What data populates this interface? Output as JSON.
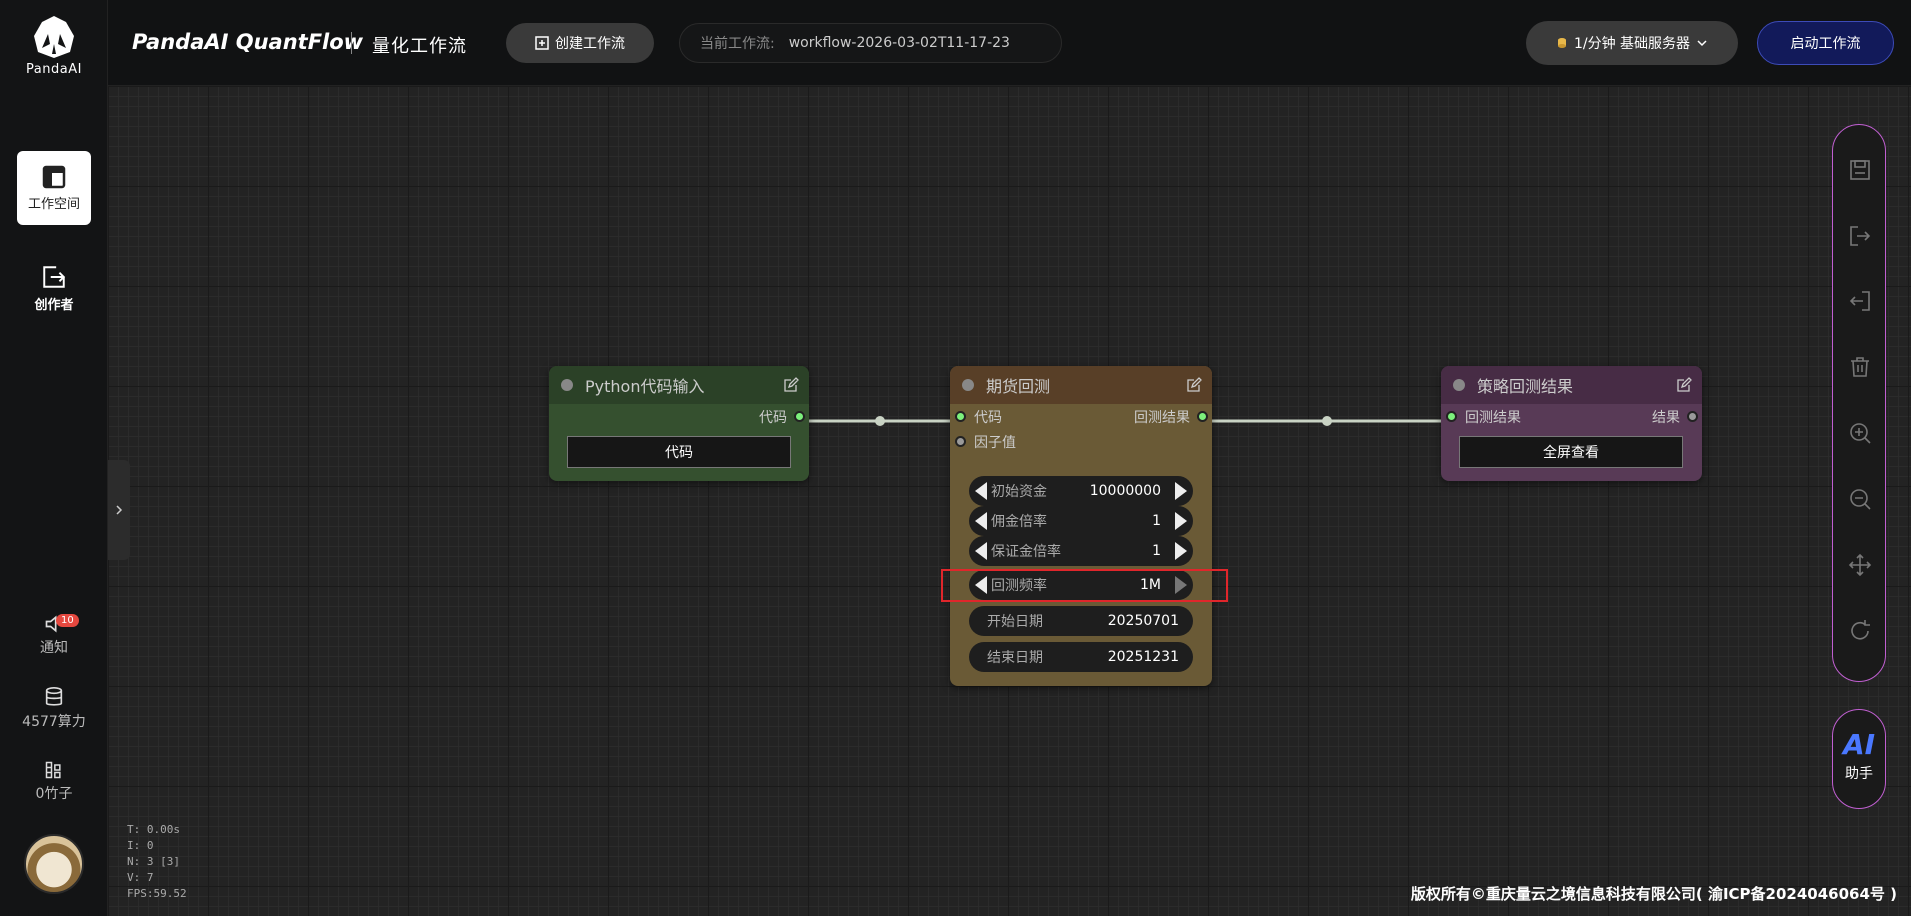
{
  "sidebar": {
    "logo_text": "PandaAI",
    "items": [
      {
        "label": "工作空间",
        "active": true
      },
      {
        "label": "创作者",
        "active": false
      }
    ],
    "notify": {
      "label": "通知",
      "badge": "10"
    },
    "compute": {
      "label": "4577算力"
    },
    "bamboo": {
      "label": "0竹子"
    }
  },
  "header": {
    "app_title": "PandaAI QuantFlow",
    "subtitle": "量化工作流",
    "create_label": "创建工作流",
    "current_label": "当前工作流:",
    "current_value": "workflow-2026-03-02T11-17-23",
    "server_label": "1/分钟  基础服务器",
    "start_label": "启动工作流"
  },
  "nodes": {
    "python": {
      "title": "Python代码输入",
      "output": "代码",
      "button": "代码"
    },
    "backtest": {
      "title": "期货回测",
      "input1": "代码",
      "input2": "因子值",
      "output": "回测结果",
      "widgets": [
        {
          "label": "初始资金",
          "value": "10000000"
        },
        {
          "label": "佣金倍率",
          "value": "1"
        },
        {
          "label": "保证金倍率",
          "value": "1"
        },
        {
          "label": "回测频率",
          "value": "1M"
        },
        {
          "label": "开始日期",
          "value": "20250701"
        },
        {
          "label": "结束日期",
          "value": "20251231"
        }
      ]
    },
    "result": {
      "title": "策略回测结果",
      "input": "回测结果",
      "output": "结果",
      "button": "全屏查看"
    }
  },
  "ai": {
    "label": "AI",
    "sublabel": "助手"
  },
  "stats": [
    "T: 0.00s",
    "I: 0",
    "N: 3 [3]",
    "V: 7",
    "FPS:59.52"
  ],
  "copyright": "版权所有©重庆量云之境信息科技有限公司( 渝ICP备2024046064号 )",
  "colors": {
    "accent": "#c05fd1",
    "start_btn": "#121a5a",
    "highlight": "#e0262b",
    "port": "#7cf07c"
  }
}
